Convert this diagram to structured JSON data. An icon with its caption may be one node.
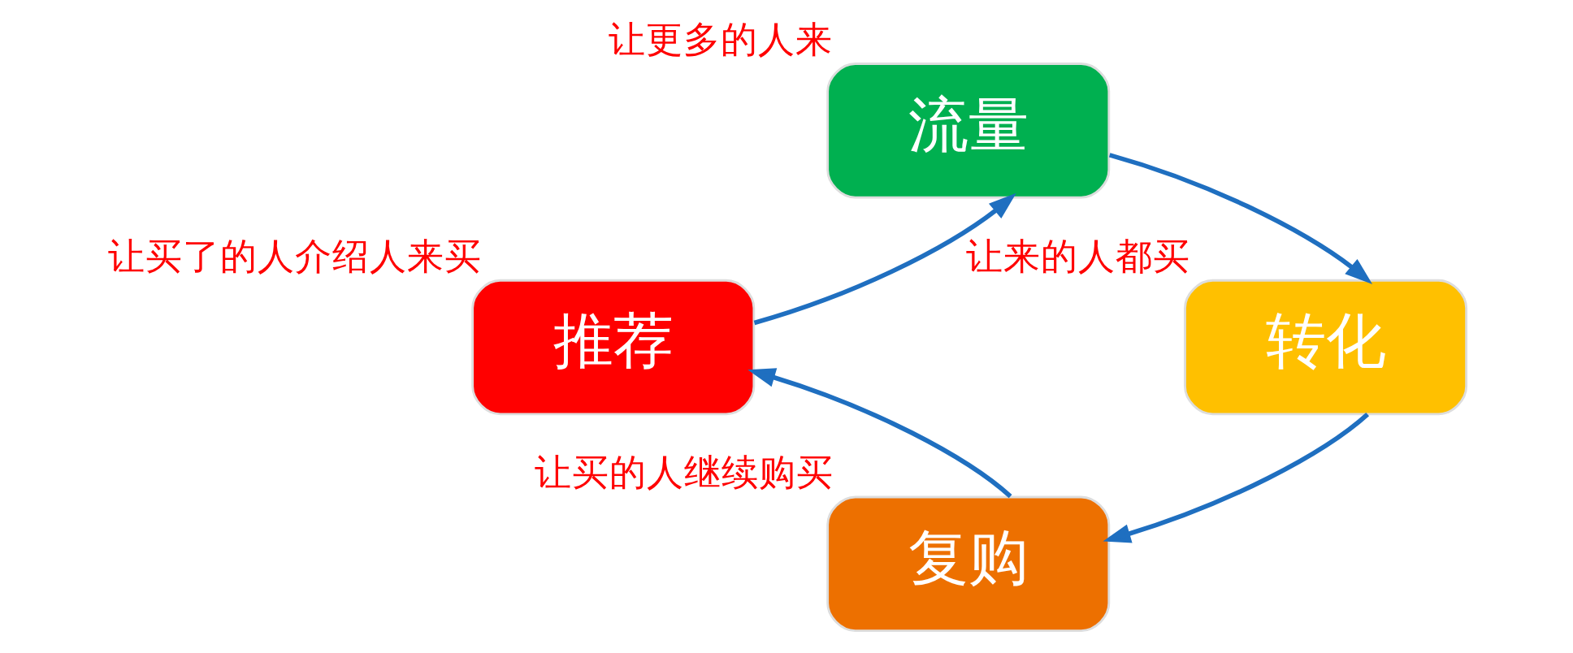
{
  "diagram": {
    "nodes": [
      {
        "text": [
          "流量"
        ],
        "beside": [
          "让更多的人来"
        ]
      },
      {
        "text": [
          "转化"
        ],
        "beside": [
          "让来的人都买"
        ]
      },
      {
        "text": [
          "复购"
        ],
        "beside": [
          "让买的人继续购买"
        ]
      },
      {
        "text": [
          "推荐"
        ],
        "beside": [
          "让买了的人介绍人来买"
        ]
      }
    ],
    "edges": [
      {
        "from": 0,
        "to": 1,
        "arrow": "to"
      },
      {
        "from": 1,
        "to": 2,
        "arrow": "to"
      },
      {
        "from": 2,
        "to": 3,
        "arrow": "to"
      },
      {
        "from": 3,
        "to": 0,
        "arrow": "to"
      }
    ]
  }
}
